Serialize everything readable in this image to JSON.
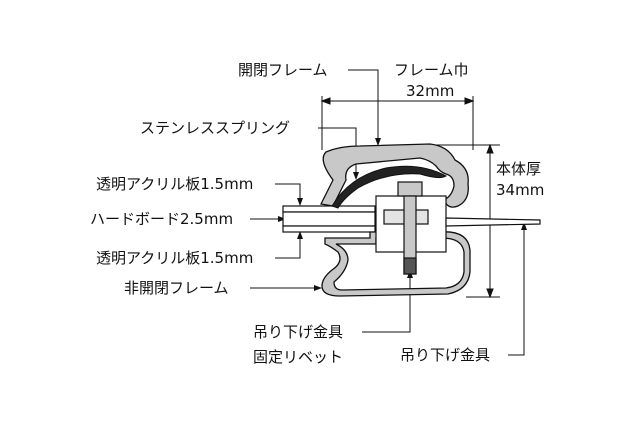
{
  "labels": {
    "opening_frame": "開閉フレーム",
    "frame_width_title": "フレーム巾",
    "frame_width_value": "32mm",
    "stainless_spring": "ステンレススプリング",
    "body_thickness_title": "本体厚",
    "body_thickness_value": "34mm",
    "acrylic_top": "透明アクリル板1.5mm",
    "hardboard": "ハードボード2.5mm",
    "acrylic_bottom": "透明アクリル板1.5mm",
    "fixed_frame": "非開閉フレーム",
    "hanging_rivet_line1": "吊り下げ金具",
    "hanging_rivet_line2": "固定リベット",
    "hanging_bracket": "吊り下げ金具"
  },
  "colors": {
    "frame_fill": "#c8c8c8",
    "line": "#111111",
    "spring_dark": "#222222"
  }
}
